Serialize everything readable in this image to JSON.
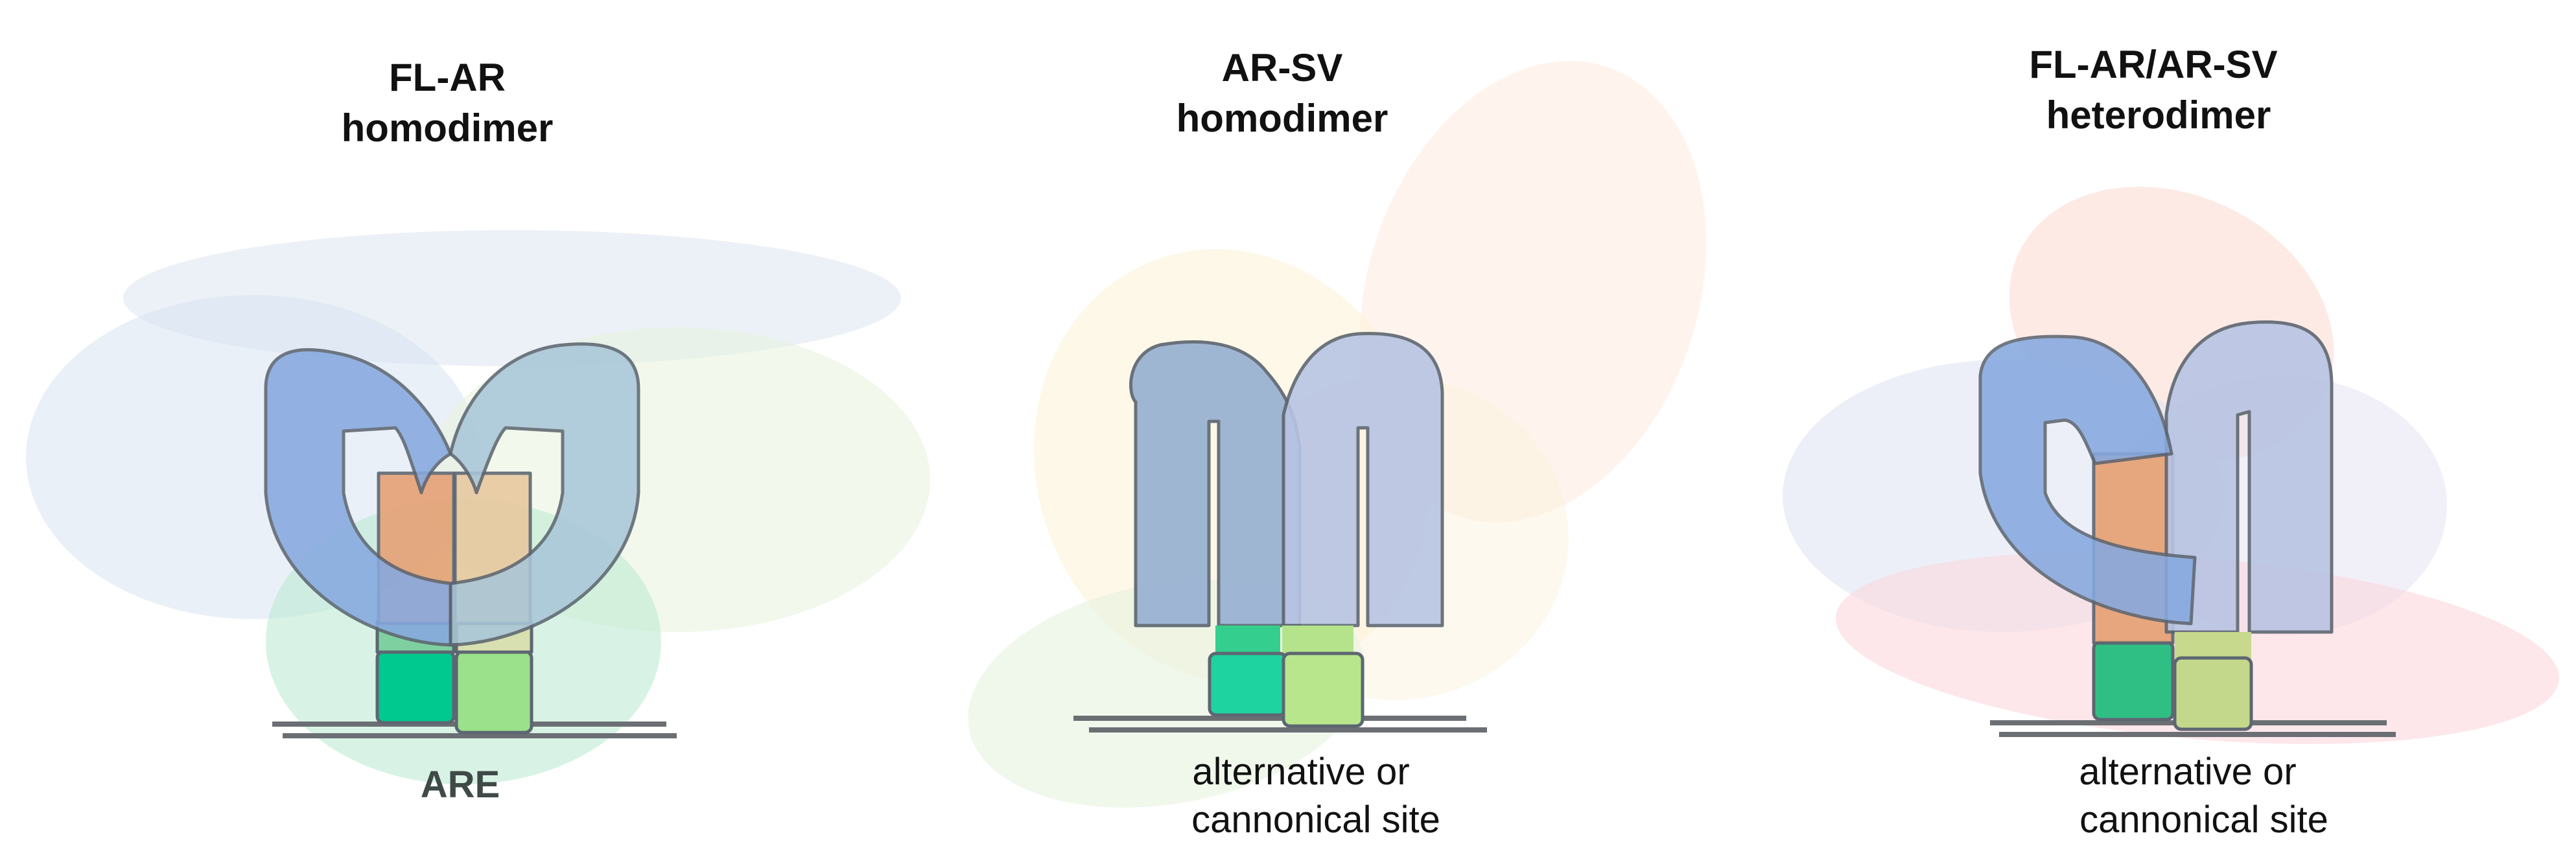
{
  "panels": [
    {
      "title_line1": "FL-AR",
      "title_line2": "homodimer",
      "site_label": "ARE"
    },
    {
      "title_line1": "AR-SV",
      "title_line2": "homodimer",
      "site_label_line1": "alternative or",
      "site_label_line2": "cannonical site"
    },
    {
      "title_line1": "FL-AR/AR-SV",
      "title_line2": "heterodimer",
      "site_label_line1": "alternative or",
      "site_label_line2": "cannonical site"
    }
  ],
  "colors": {
    "fl_ar_blue": "#86a9e0",
    "fl_ar_light_blue": "#a9c6d8",
    "ar_sv_slate": "#98b1d2",
    "ar_sv_lavender": "#b8c4e3",
    "hinge_orange": "#e6a175",
    "hinge_tan": "#e8c9a0",
    "dbd_green": "#00c98f",
    "dbd_light_green": "#9be08a",
    "dna_gray": "#6b6f74"
  }
}
